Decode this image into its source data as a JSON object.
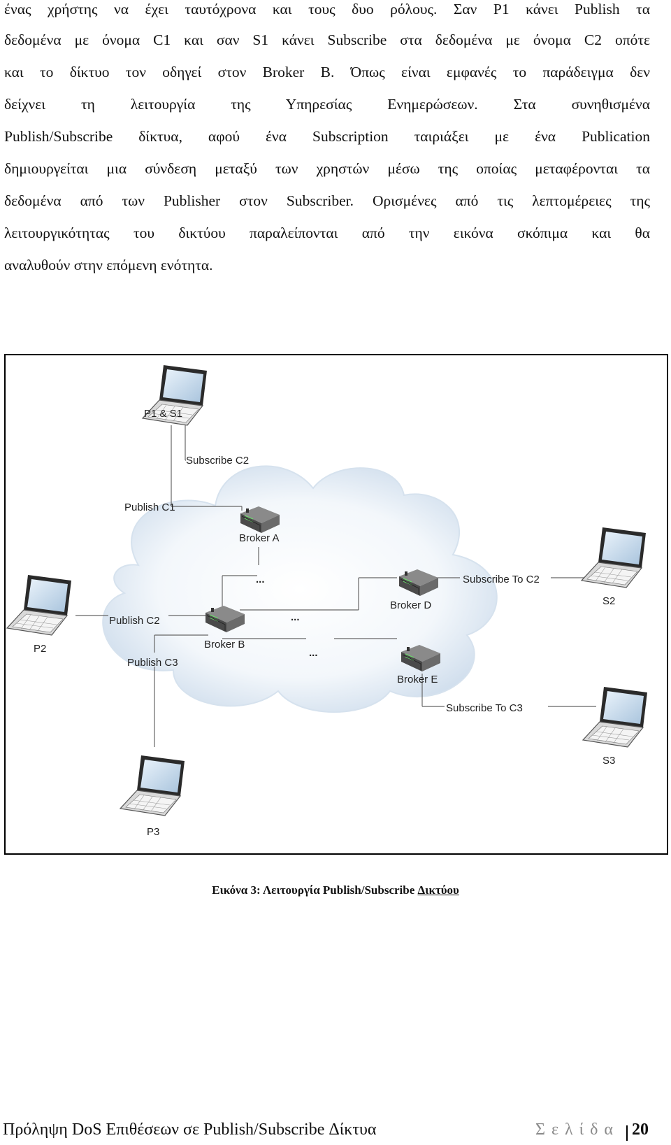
{
  "paragraph": {
    "lines": [
      "ένας χρήστης να έχει ταυτόχρονα και τους δυο ρόλους. Σαν P1 κάνει Publish τα",
      "δεδομένα με όνομα C1 και σαν S1 κάνει Subscribe στα δεδομένα με όνομα C2 οπότε",
      "και το δίκτυο τον οδηγεί στον Broker B. Όπως είναι εμφανές το παράδειγμα δεν",
      "δείχνει τη λειτουργία της Υπηρεσίας Ενημερώσεων. Στα συνηθισμένα",
      "Publish/Subscribe δίκτυα, αφού ένα Subscription ταιριάξει με ένα Publication",
      "δημιουργείται μια σύνδεση μεταξύ των χρηστών μέσω της οποίας μεταφέρονται τα",
      "δεδομένα από των Publisher στον Subscriber. Ορισμένες από τις λεπτομέρειες της",
      "λειτουργικότητας του δικτύου παραλείπονται από την εικόνα σκόπιμα και θα",
      "αναλυθούν στην επόμενη ενότητα."
    ]
  },
  "figure": {
    "labels": {
      "p1s1": "P1 & S1",
      "subscribe_c2": "Subscribe C2",
      "publish_c1": "Publish C1",
      "broker_a": "Broker A",
      "dots_1": "...",
      "subscribe_to_c2": "Subscribe To C2",
      "broker_d": "Broker D",
      "s2": "S2",
      "publish_c2": "Publish C2",
      "dots_2": "...",
      "p2": "P2",
      "broker_b": "Broker B",
      "dots_3": "...",
      "publish_c3": "Publish C3",
      "broker_e": "Broker E",
      "subscribe_to_c3": "Subscribe To C3",
      "s3": "S3",
      "p3": "P3"
    }
  },
  "caption": {
    "prefix": "Εικόνα 3: Λειτουργία Publish/Subscribe ",
    "underlined": "Δικτύου"
  },
  "footer": {
    "title": "Πρόληψη DoS Επιθέσεων σε Publish/Subscribe Δίκτυα",
    "page_label": "Σελίδα",
    "page_number": "20"
  }
}
